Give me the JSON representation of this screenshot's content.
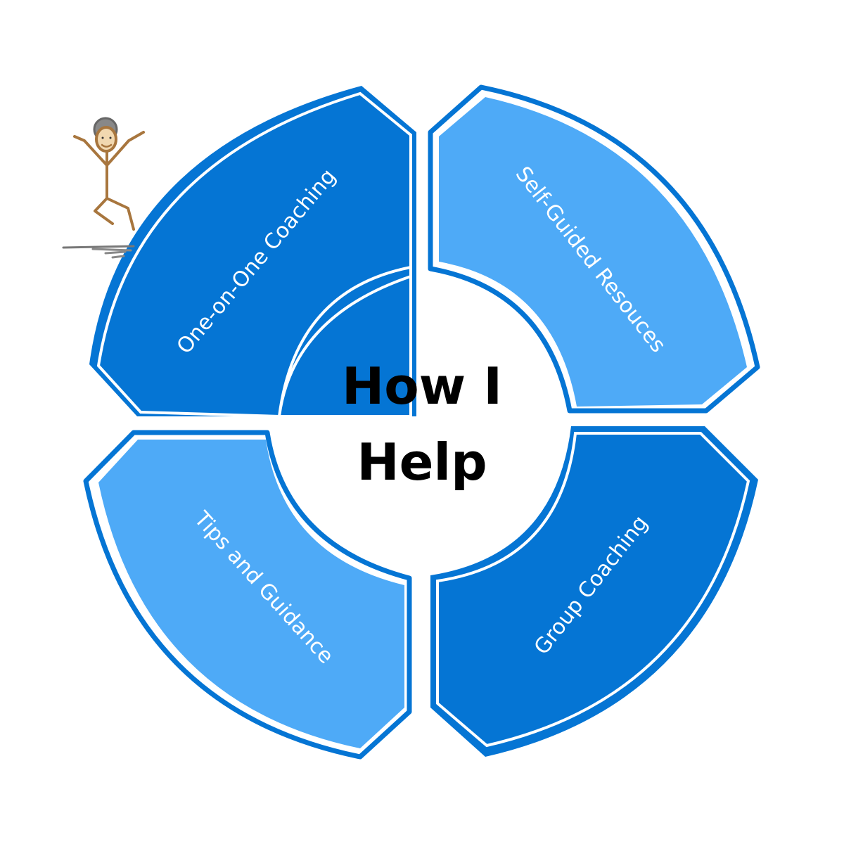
{
  "center": {
    "line1": "How I",
    "line2": "Help"
  },
  "segments": {
    "top_left": {
      "label": "One-on-One Coaching"
    },
    "top_right": {
      "label": "Self-Guided Resouces"
    },
    "bottom_left": {
      "label": "Tips and Guidance"
    },
    "bottom_right": {
      "label": "Group Coaching"
    }
  },
  "colors": {
    "dark_blue": "#0575d4",
    "light_blue": "#4eaaf7",
    "outline_blue": "#0575d4",
    "background": "#ffffff",
    "center_text": "#000000"
  },
  "icons": {
    "figure": "jumping-stick-figure-icon"
  }
}
